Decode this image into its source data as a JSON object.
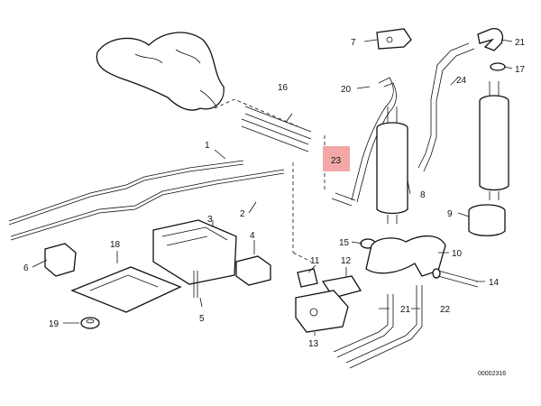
{
  "diagram": {
    "highlight_color": "#f4a7a7",
    "reference_code": "00002316",
    "callouts": {
      "c1": "1",
      "c2": "2",
      "c3": "3",
      "c4": "4",
      "c5": "5",
      "c6": "6",
      "c7": "7",
      "c8": "8",
      "c9": "9",
      "c10": "10",
      "c11": "11",
      "c12": "12",
      "c13": "13",
      "c14": "14",
      "c15": "15",
      "c16": "16",
      "c17": "17",
      "c18": "18",
      "c19": "19",
      "c20": "20",
      "c21a": "21",
      "c21b": "21",
      "c22": "22",
      "c23": "23",
      "c24": "24"
    }
  }
}
